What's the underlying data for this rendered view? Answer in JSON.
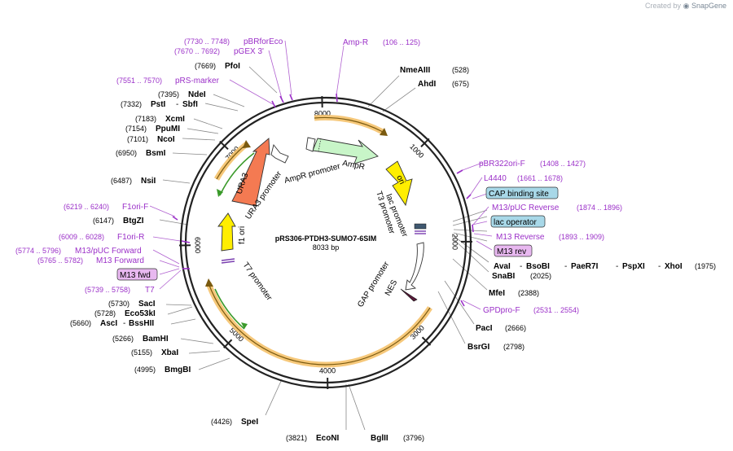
{
  "credit": {
    "prefix": "Created by",
    "brand": "SnapGene"
  },
  "plasmid": {
    "name": "pRS306-PTDH3-SUMO7-6SIM",
    "length_label": "8033 bp",
    "total_bp": 8033
  },
  "ticks": [
    {
      "bp": 1000,
      "label": "1000"
    },
    {
      "bp": 2000,
      "label": "2000"
    },
    {
      "bp": 3000,
      "label": "3000"
    },
    {
      "bp": 4000,
      "label": "4000"
    },
    {
      "bp": 5000,
      "label": "5000"
    },
    {
      "bp": 6000,
      "label": "6000"
    },
    {
      "bp": 7000,
      "label": "7000"
    },
    {
      "bp": 8000,
      "label": "8000"
    }
  ],
  "colors": {
    "enzyme": "#000000",
    "primer": "#9b30c8",
    "ring": "#222222",
    "ampr": "#c8f5c8",
    "ori": "#ffee00",
    "ura3": "#f47a52",
    "f1ori": "#ffee00",
    "promoter": "#ffffff",
    "orange_glow": "#f5a623",
    "green": "#3a9a2a"
  },
  "enzymes": [
    {
      "name": "NmeAIII",
      "pos": "(528)"
    },
    {
      "name": "AhdI",
      "pos": "(675)"
    },
    {
      "name": "AvaI",
      "extra": [
        "BsoBI",
        "PaeR7I",
        "PspXI",
        "XhoI"
      ],
      "pos": "(1975)"
    },
    {
      "name": "SnaBI",
      "pos": "(2025)"
    },
    {
      "name": "MfeI",
      "pos": "(2388)"
    },
    {
      "name": "PacI",
      "pos": "(2666)"
    },
    {
      "name": "BsrGI",
      "pos": "(2798)"
    },
    {
      "name": "BglII",
      "pos": "(3796)"
    },
    {
      "name": "EcoNI",
      "pos": "(3821)"
    },
    {
      "name": "SpeI",
      "pos": "(4426)"
    },
    {
      "name": "BmgBI",
      "pos": "(4995)"
    },
    {
      "name": "XbaI",
      "pos": "(5155)"
    },
    {
      "name": "BamHI",
      "pos": "(5266)"
    },
    {
      "name": "AscI",
      "extra": [
        "BssHII"
      ],
      "pos": "(5660)"
    },
    {
      "name": "Eco53kI",
      "pos": "(5728)"
    },
    {
      "name": "SacI",
      "pos": "(5730)"
    },
    {
      "name": "BtgZI",
      "pos": "(6147)"
    },
    {
      "name": "NsiI",
      "pos": "(6487)"
    },
    {
      "name": "BsmI",
      "pos": "(6950)"
    },
    {
      "name": "NcoI",
      "pos": "(7101)"
    },
    {
      "name": "PpuMI",
      "pos": "(7154)"
    },
    {
      "name": "XcmI",
      "pos": "(7183)"
    },
    {
      "name": "PstI",
      "extra": [
        "SbfI"
      ],
      "pos": "(7332)"
    },
    {
      "name": "NdeI",
      "pos": "(7395)"
    },
    {
      "name": "PfoI",
      "pos": "(7669)"
    }
  ],
  "primers": [
    {
      "name": "Amp-R",
      "range": "(106 .. 125)"
    },
    {
      "name": "pBR322ori-F",
      "range": "(1408 .. 1427)"
    },
    {
      "name": "L4440",
      "range": "(1661 .. 1678)"
    },
    {
      "name": "M13/pUC Reverse",
      "range": "(1874 .. 1896)"
    },
    {
      "name": "M13 Reverse",
      "range": "(1893 .. 1909)"
    },
    {
      "name": "GPDpro-F",
      "range": "(2531 .. 2554)"
    },
    {
      "name": "T7",
      "range": "(5739 .. 5758)"
    },
    {
      "name": "M13 Forward",
      "range": "(5765 .. 5782)"
    },
    {
      "name": "M13/pUC Forward",
      "range": "(5774 .. 5796)"
    },
    {
      "name": "F1ori-R",
      "range": "(6009 .. 6028)"
    },
    {
      "name": "F1ori-F",
      "range": "(6219 .. 6240)"
    },
    {
      "name": "pRS-marker",
      "range": "(7551 .. 7570)"
    },
    {
      "name": "pGEX 3'",
      "range": "(7670 .. 7692)"
    },
    {
      "name": "pBRforEco",
      "range": "(7730 .. 7748)"
    }
  ],
  "boxed_features": [
    {
      "name": "CAP binding site",
      "color": "#a8d8e8"
    },
    {
      "name": "lac operator",
      "color": "#a8d8e8"
    },
    {
      "name": "M13 rev",
      "color": "#e8b8f0"
    },
    {
      "name": "M13 fwd",
      "color": "#e8b8f0"
    }
  ],
  "features": [
    {
      "name": "AmpR",
      "color": "#c8f5c8"
    },
    {
      "name": "ori",
      "color": "#ffee00"
    },
    {
      "name": "URA3",
      "color": "#f47a52"
    },
    {
      "name": "f1 ori",
      "color": "#ffee00"
    },
    {
      "name": "AmpR promoter"
    },
    {
      "name": "URA3 promoter"
    },
    {
      "name": "lac promoter"
    },
    {
      "name": "T3 promoter"
    },
    {
      "name": "T7 promoter"
    },
    {
      "name": "GAP promoter"
    },
    {
      "name": "NES"
    }
  ]
}
